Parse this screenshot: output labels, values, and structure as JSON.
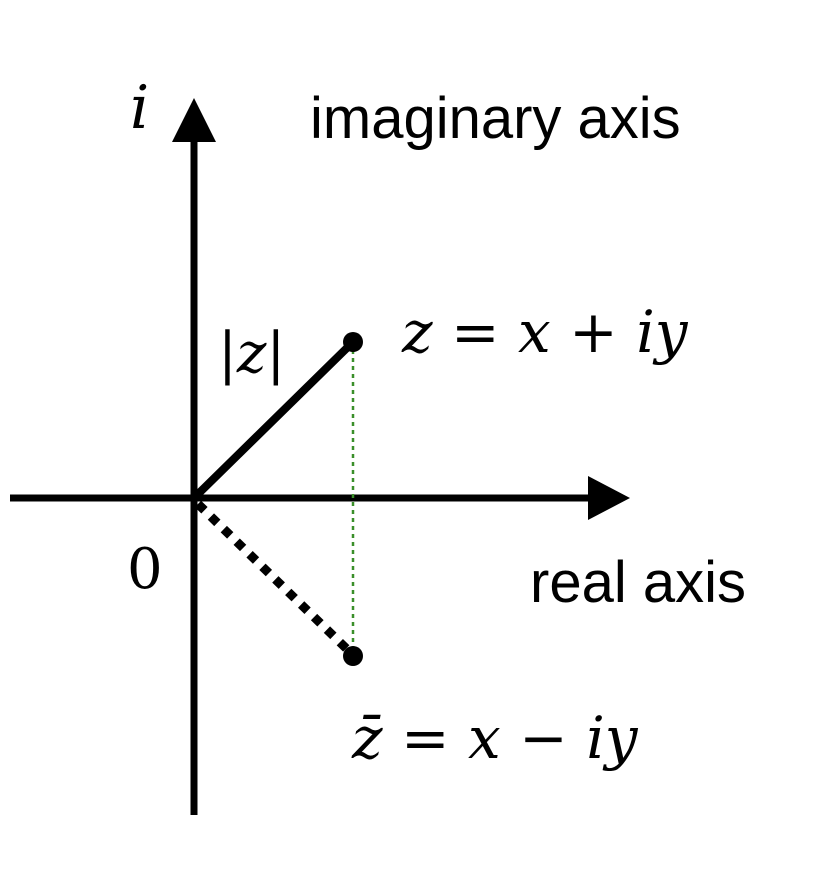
{
  "diagram": {
    "imaginary_unit_label": "i",
    "imaginary_axis_label": "imaginary axis",
    "real_axis_label": "real axis",
    "origin_label": "0",
    "modulus_label": "|z|",
    "z_label": "z = x + iy",
    "z_conjugate_label": "z̄ = x − iy",
    "colors": {
      "axes": "#000000",
      "projection_line": "#3a8f2a",
      "background": "#ffffff"
    }
  }
}
